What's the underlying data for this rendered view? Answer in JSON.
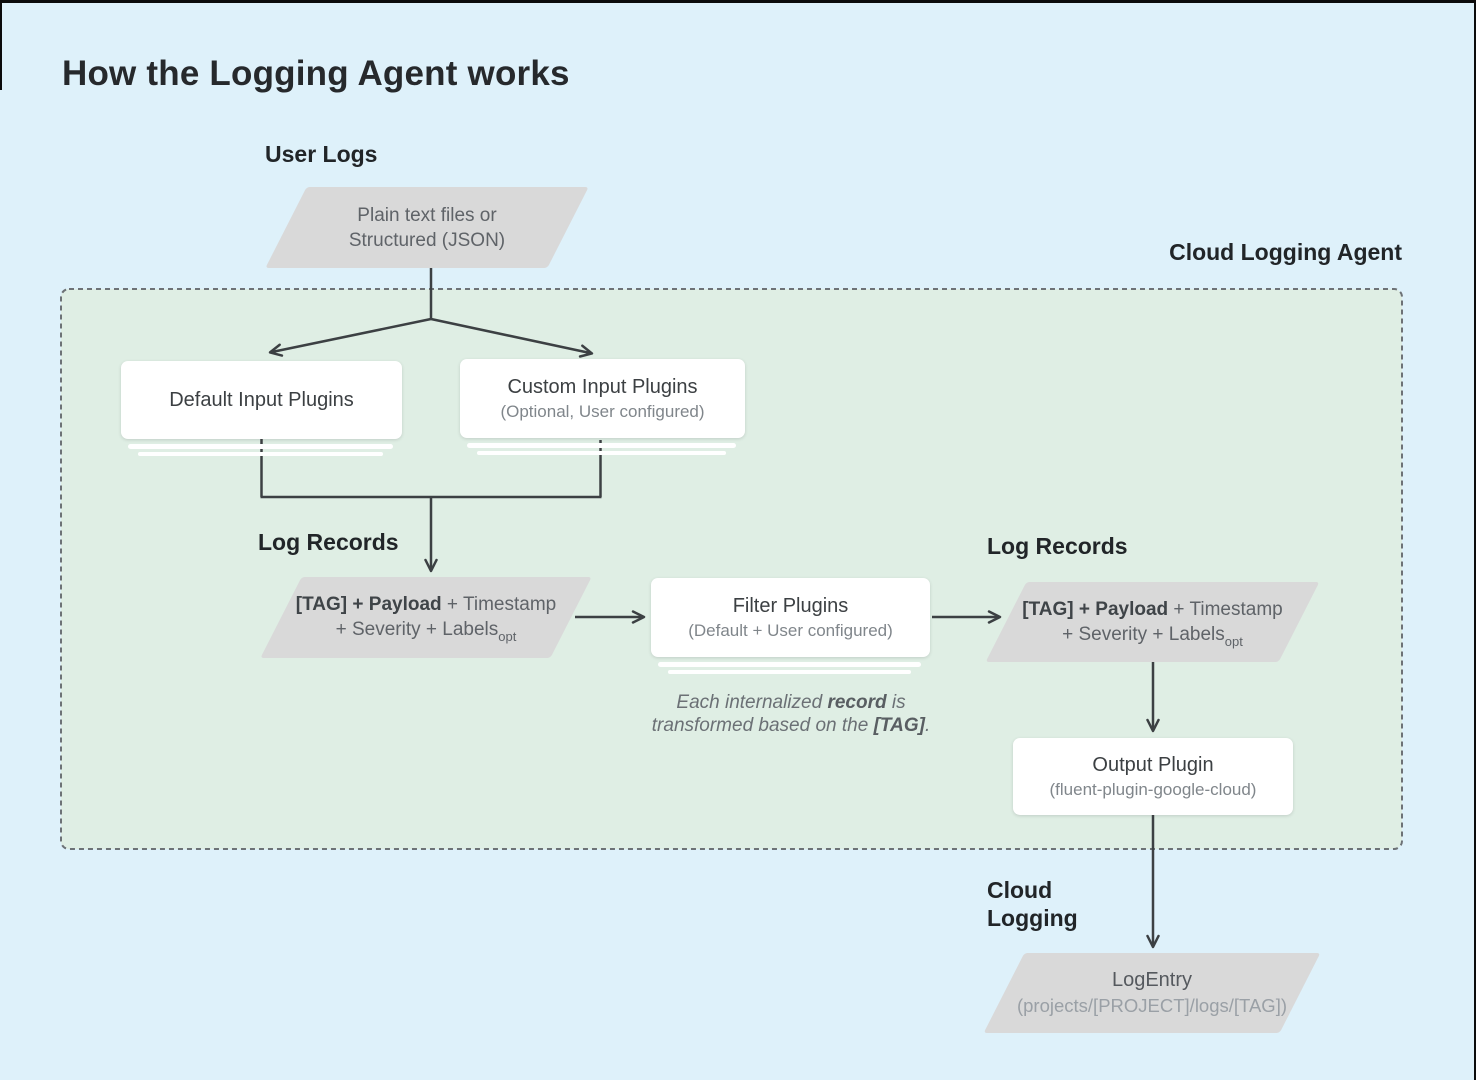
{
  "title": "How the Logging Agent works",
  "agent": {
    "label": "Cloud Logging Agent"
  },
  "user_logs": {
    "label": "User Logs",
    "node_line1": "Plain text files or",
    "node_line2": "Structured (JSON)"
  },
  "input_plugins": {
    "default": {
      "title": "Default Input Plugins"
    },
    "custom": {
      "title": "Custom Input Plugins",
      "subtitle": "(Optional, User configured)"
    }
  },
  "log_records_left": {
    "label": "Log Records",
    "line1_bold": "[TAG] + Payload",
    "line1_rest": " + Timestamp",
    "line2": "+ Severity + Labels",
    "line2_subscript": "opt"
  },
  "filter_plugins": {
    "title": "Filter Plugins",
    "subtitle": "(Default + User configured)"
  },
  "filter_note": {
    "part1": "Each internalized ",
    "bold1": "record",
    "part2": " is transformed based on the ",
    "bold2": "[TAG]",
    "part3": "."
  },
  "log_records_right": {
    "label": "Log Records",
    "line1_bold": "[TAG] + Payload",
    "line1_rest": " + Timestamp",
    "line2": "+ Severity + Labels",
    "line2_subscript": "opt"
  },
  "output_plugin": {
    "title": "Output Plugin",
    "subtitle": "(fluent-plugin-google-cloud)"
  },
  "cloud_logging": {
    "label_line1": "Cloud",
    "label_line2": "Logging"
  },
  "log_entry": {
    "title": "LogEntry",
    "subtitle": "(projects/[PROJECT]/logs/[TAG])"
  },
  "colors": {
    "background": "#def1fa",
    "agent_fill": "#dfeee4",
    "agent_dash_border": "#6d7276",
    "parallelogram_fill": "#d9d9d9",
    "connector": "#3c4043",
    "dark_text": "#26292c",
    "box_text": "#3c4043",
    "muted_text": "#80868b"
  }
}
